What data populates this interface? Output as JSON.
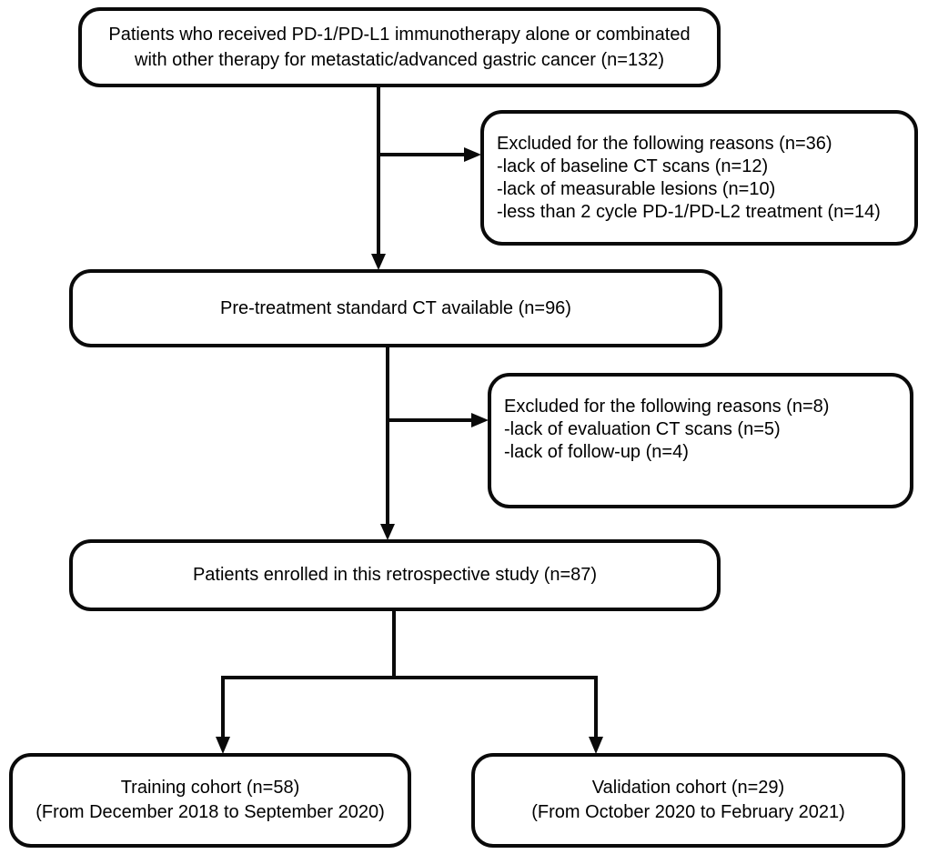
{
  "figure": {
    "kind": "patient-enrollment-flowchart",
    "background_color": "#ffffff",
    "stroke_color": "#0a0a0a",
    "text_color": "#000000"
  },
  "boxes": {
    "initial": {
      "line1": "Patients who received PD-1/PD-L1 immunotherapy alone or combinated",
      "line2": "with other therapy for metastatic/advanced gastric cancer (n=132)"
    },
    "excluded1": {
      "title": "Excluded for the following reasons (n=36)",
      "item1": "-lack of baseline CT scans (n=12)",
      "item2": "-lack of measurable lesions (n=10)",
      "item3": "-less than 2 cycle PD-1/PD-L2 treatment (n=14)"
    },
    "pretreatment": {
      "text": "Pre-treatment standard CT available (n=96)"
    },
    "excluded2": {
      "title": "Excluded for the following reasons (n=8)",
      "item1": "-lack of evaluation CT scans (n=5)",
      "item2": "-lack of follow-up (n=4)"
    },
    "enrolled": {
      "text": "Patients enrolled in this retrospective study (n=87)"
    },
    "training": {
      "line1": "Training cohort (n=58)",
      "line2": "(From December 2018 to September 2020)"
    },
    "validation": {
      "line1": "Validation cohort (n=29)",
      "line2": "(From October 2020 to February 2021)"
    }
  }
}
